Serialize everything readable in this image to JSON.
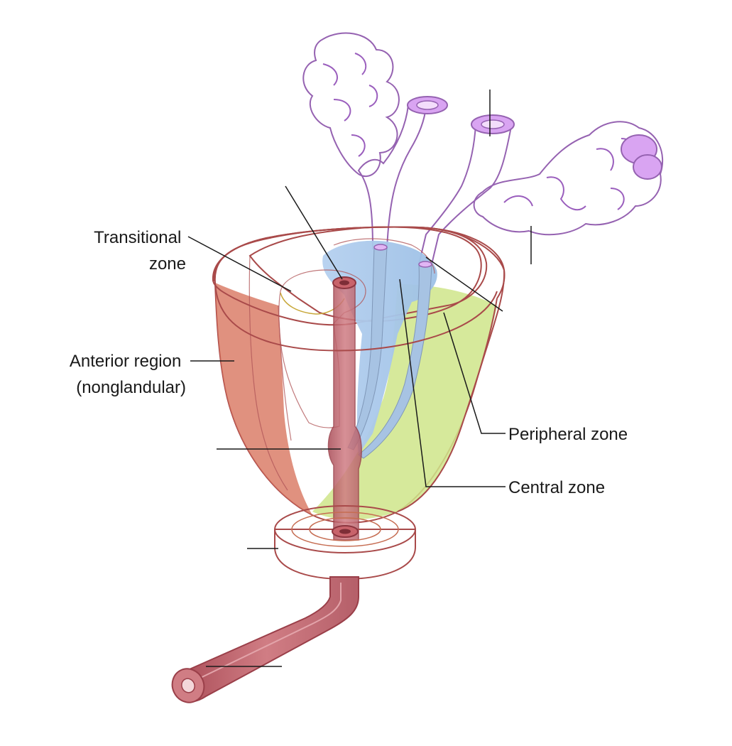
{
  "labels": {
    "transitional_zone": [
      "Transitional",
      "zone"
    ],
    "anterior_region": [
      "Anterior region",
      "(nonglandular)"
    ],
    "peripheral_zone": "Peripheral zone",
    "central_zone": "Central zone"
  },
  "colors": {
    "anterior_region": "#d97a62",
    "peripheral_zone": "#cfe58a",
    "central_zone": "#a9c9ec",
    "transitional_zone": "#f2d34a",
    "urethra": "#bd5f69",
    "seminal_vesicle": "#c783e5",
    "leader_lines": "#1a1a1a"
  }
}
